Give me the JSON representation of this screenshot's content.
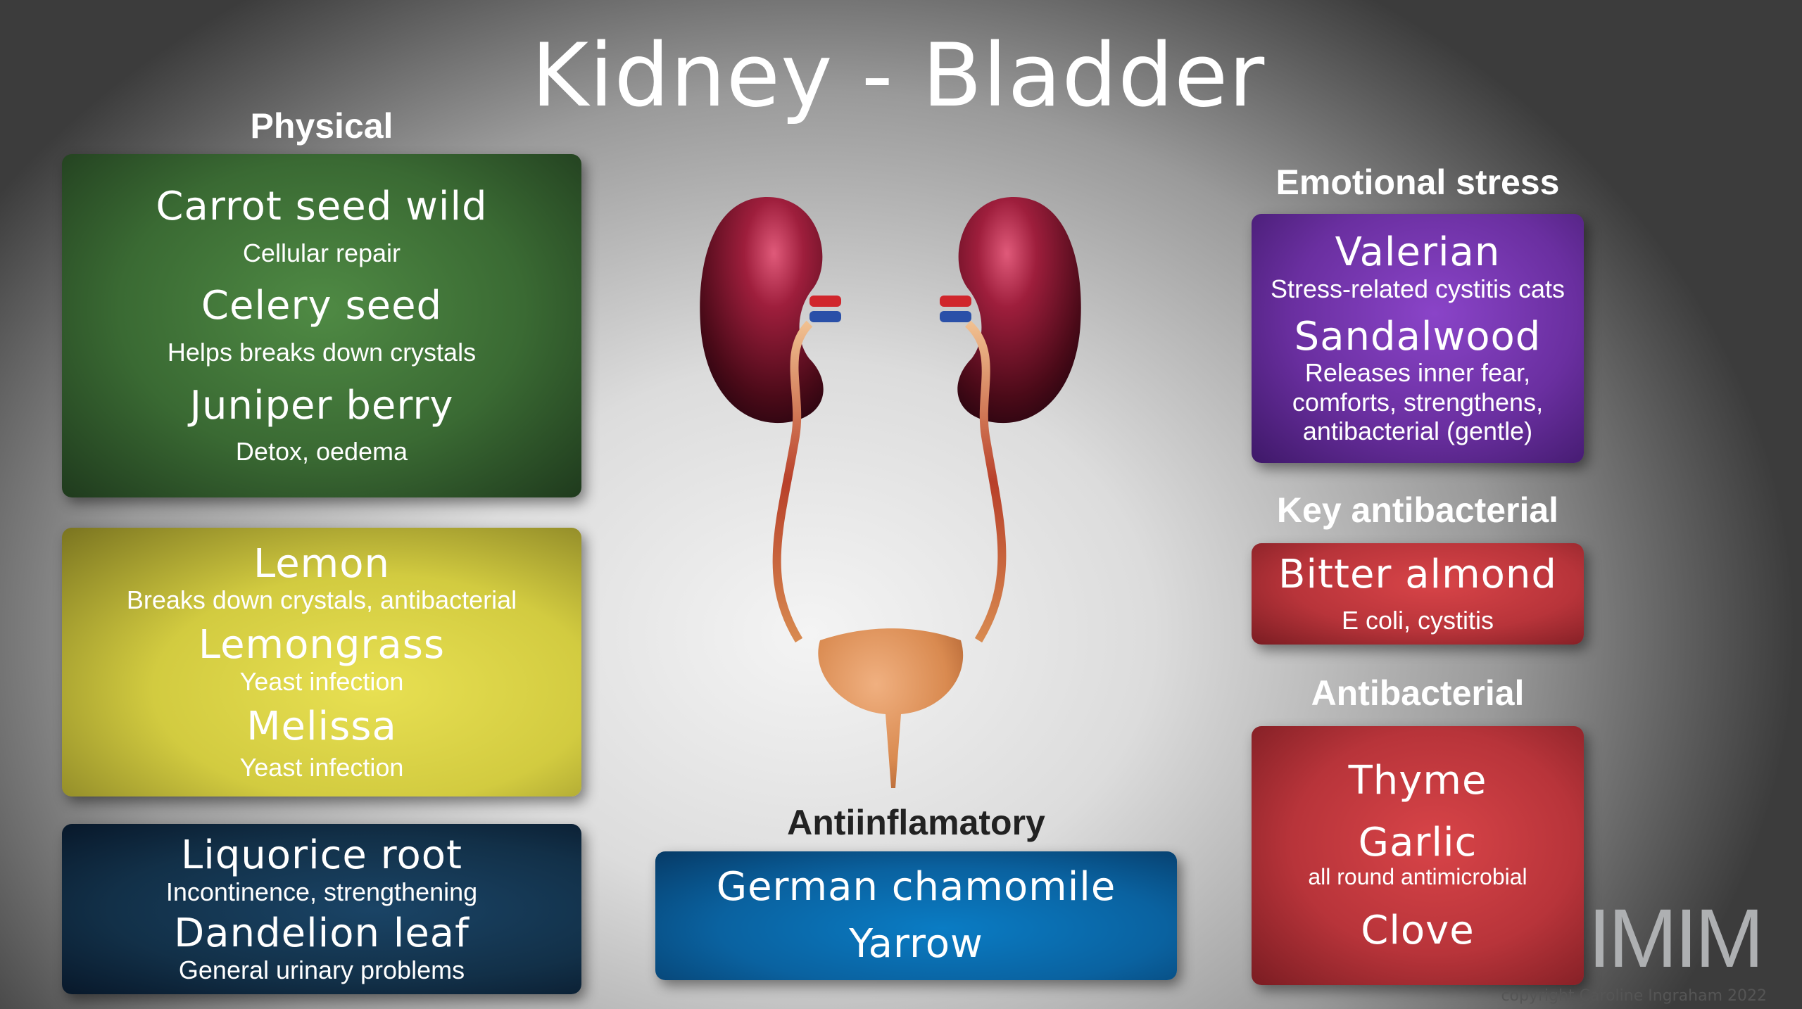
{
  "title": "Kidney - Bladder",
  "physical": {
    "label": "Physical",
    "green": [
      {
        "name": "Carrot seed wild",
        "note": "Cellular repair"
      },
      {
        "name": "Celery seed",
        "note": "Helps breaks down crystals"
      },
      {
        "name": "Juniper berry",
        "note": "Detox, oedema"
      }
    ],
    "yellow": [
      {
        "name": "Lemon",
        "note": "Breaks down crystals, antibacterial"
      },
      {
        "name": "Lemongrass",
        "note": "Yeast infection"
      },
      {
        "name": "Melissa",
        "note": "Yeast infection"
      }
    ],
    "navy": [
      {
        "name": "Liquorice root",
        "note": "Incontinence, strengthening"
      },
      {
        "name": "Dandelion leaf",
        "note": "General urinary problems"
      }
    ]
  },
  "antiinflammatory": {
    "label": "Antiinflamatory",
    "items": [
      "German chamomile",
      "Yarrow"
    ]
  },
  "emotional": {
    "label": "Emotional stress",
    "items": [
      {
        "name": "Valerian",
        "note": "Stress-related cystitis cats"
      },
      {
        "name": "Sandalwood",
        "note": "Releases inner fear, comforts, strengthens, antibacterial (gentle)"
      }
    ]
  },
  "key_antibacterial": {
    "label": "Key antibacterial",
    "items": [
      {
        "name": "Bitter almond",
        "note": "E coli, cystitis"
      }
    ]
  },
  "antibacterial": {
    "label": "Antibacterial",
    "items": [
      {
        "name": "Thyme",
        "note": ""
      },
      {
        "name": "Garlic",
        "note": "all round antimicrobial"
      },
      {
        "name": "Clove",
        "note": ""
      }
    ]
  },
  "logo": "IMIM",
  "copyright": "copyright Caroline Ingraham 2022",
  "colors": {
    "green": "#3d6b35",
    "yellow": "#d6d040",
    "navy": "#123048",
    "blue": "#0a64a0",
    "purple": "#6a2fa0",
    "red": "#b8343a"
  }
}
